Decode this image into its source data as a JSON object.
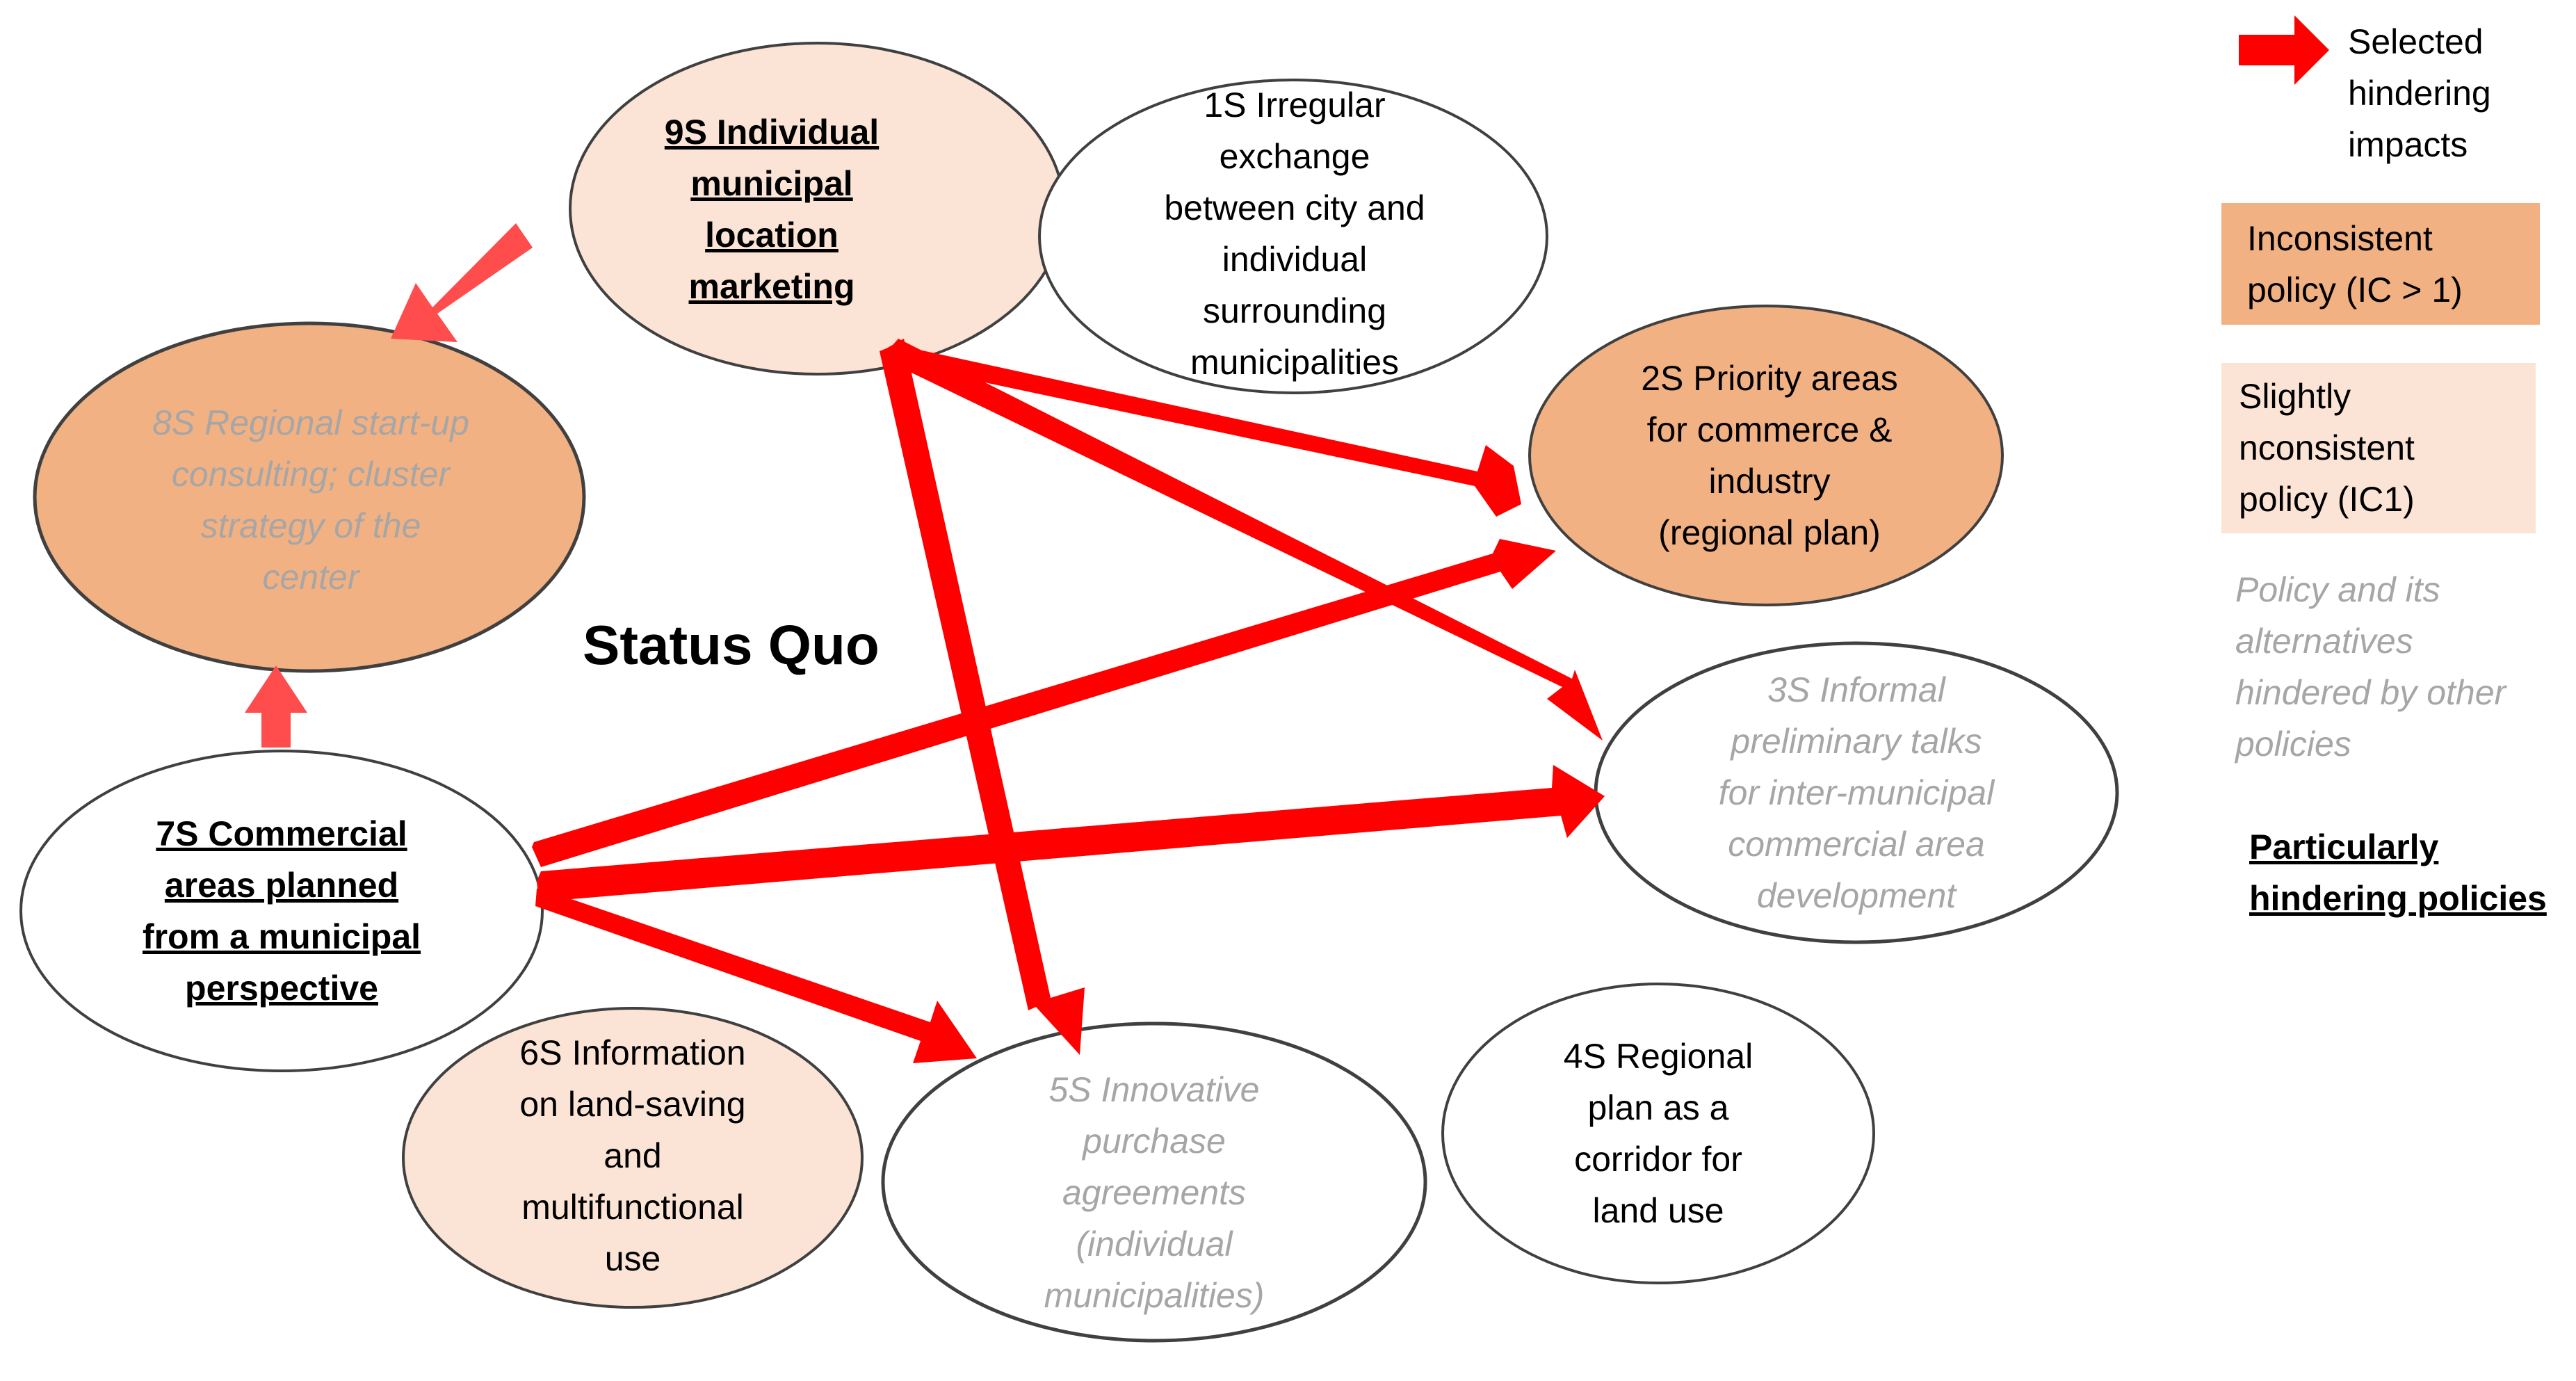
{
  "colors": {
    "arrow_main": "#ff0000",
    "arrow_light": "#ff4c4c",
    "inconsistent": "#f2b183",
    "slightly_inconsistent": "#fbe4d5",
    "hindered_text": "#a6a6a6",
    "text": "#000000",
    "stroke": "#404040"
  },
  "title": "Status Quo",
  "nodes": {
    "n1": {
      "lines": [
        "1S Irregular",
        "exchange",
        "between city and",
        "individual",
        "surrounding",
        "municipalities"
      ]
    },
    "n2": {
      "lines": [
        "2S Priority areas",
        "for commerce &",
        "industry",
        "(regional plan)"
      ]
    },
    "n3": {
      "lines": [
        "3S Informal",
        "preliminary talks",
        "for inter-municipal",
        "commercial area",
        "development"
      ]
    },
    "n4": {
      "lines": [
        "4S Regional",
        "plan as a",
        "corridor for",
        "land use"
      ]
    },
    "n5": {
      "lines": [
        "5S Innovative",
        "purchase",
        "agreements",
        "(individual",
        "municipalities)"
      ]
    },
    "n6": {
      "lines": [
        "6S Information",
        "on land-saving",
        "and",
        "multifunctional",
        "use"
      ]
    },
    "n7": {
      "lines": [
        "7S Commercial",
        "areas planned",
        "from a municipal",
        "perspective"
      ]
    },
    "n8": {
      "lines": [
        "8S Regional start-up",
        "consulting; cluster",
        "strategy of the",
        "center"
      ]
    },
    "n9": {
      "lines": [
        "9S Individual",
        "municipal",
        "location",
        "marketing"
      ]
    }
  },
  "legend": {
    "arrow": {
      "lines": [
        "Selected",
        "hindering",
        "impacts"
      ]
    },
    "inconsistent": {
      "lines": [
        "Inconsistent",
        "policy (IC > 1)"
      ]
    },
    "slight": {
      "lines": [
        "Slightly",
        "nconsistent",
        "policy (IC1)"
      ]
    },
    "hindered": {
      "lines": [
        "Policy and its",
        "alternatives",
        "hindered by other",
        "policies"
      ]
    },
    "particular": {
      "lines": [
        "Particularly",
        "hindering policies"
      ]
    }
  }
}
